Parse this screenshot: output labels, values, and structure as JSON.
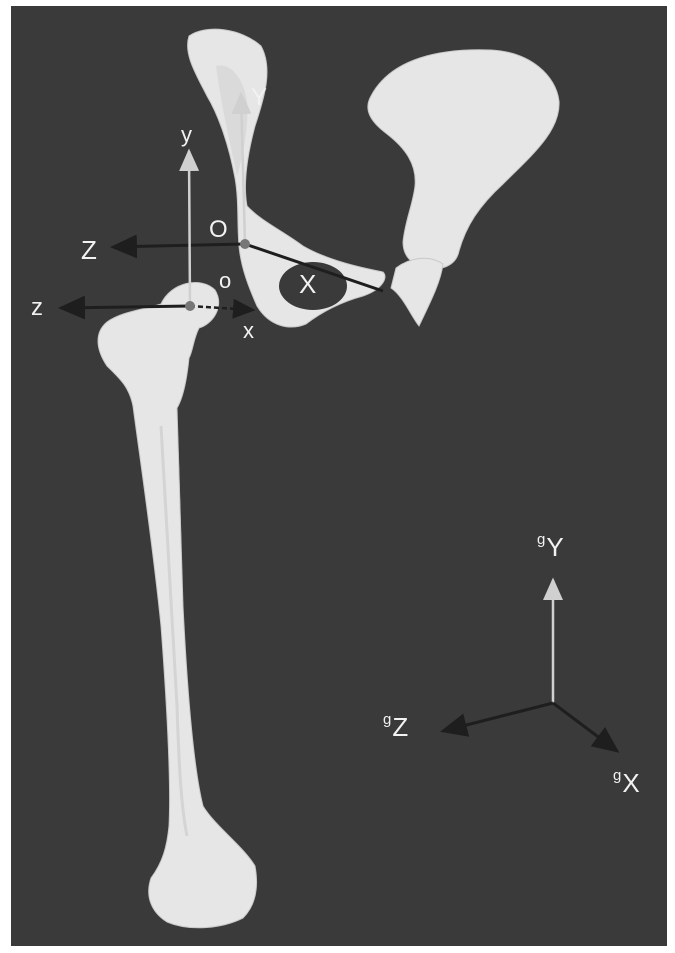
{
  "labels": {
    "pelvis_y": "Y",
    "pelvis_origin": "O",
    "pelvis_z": "Z",
    "pelvis_x": "X",
    "femur_y": "y",
    "femur_origin": "o",
    "femur_z": "z",
    "femur_x": "x",
    "global_prefix": "g",
    "global_y": "Y",
    "global_z": "Z",
    "global_x": "X"
  },
  "colors": {
    "background": "#3a3a3a",
    "bone": "#e6e6e6",
    "axis_light": "#d0d0d0",
    "axis_dark": "#1e1e1e",
    "label": "#f2f2f2"
  }
}
